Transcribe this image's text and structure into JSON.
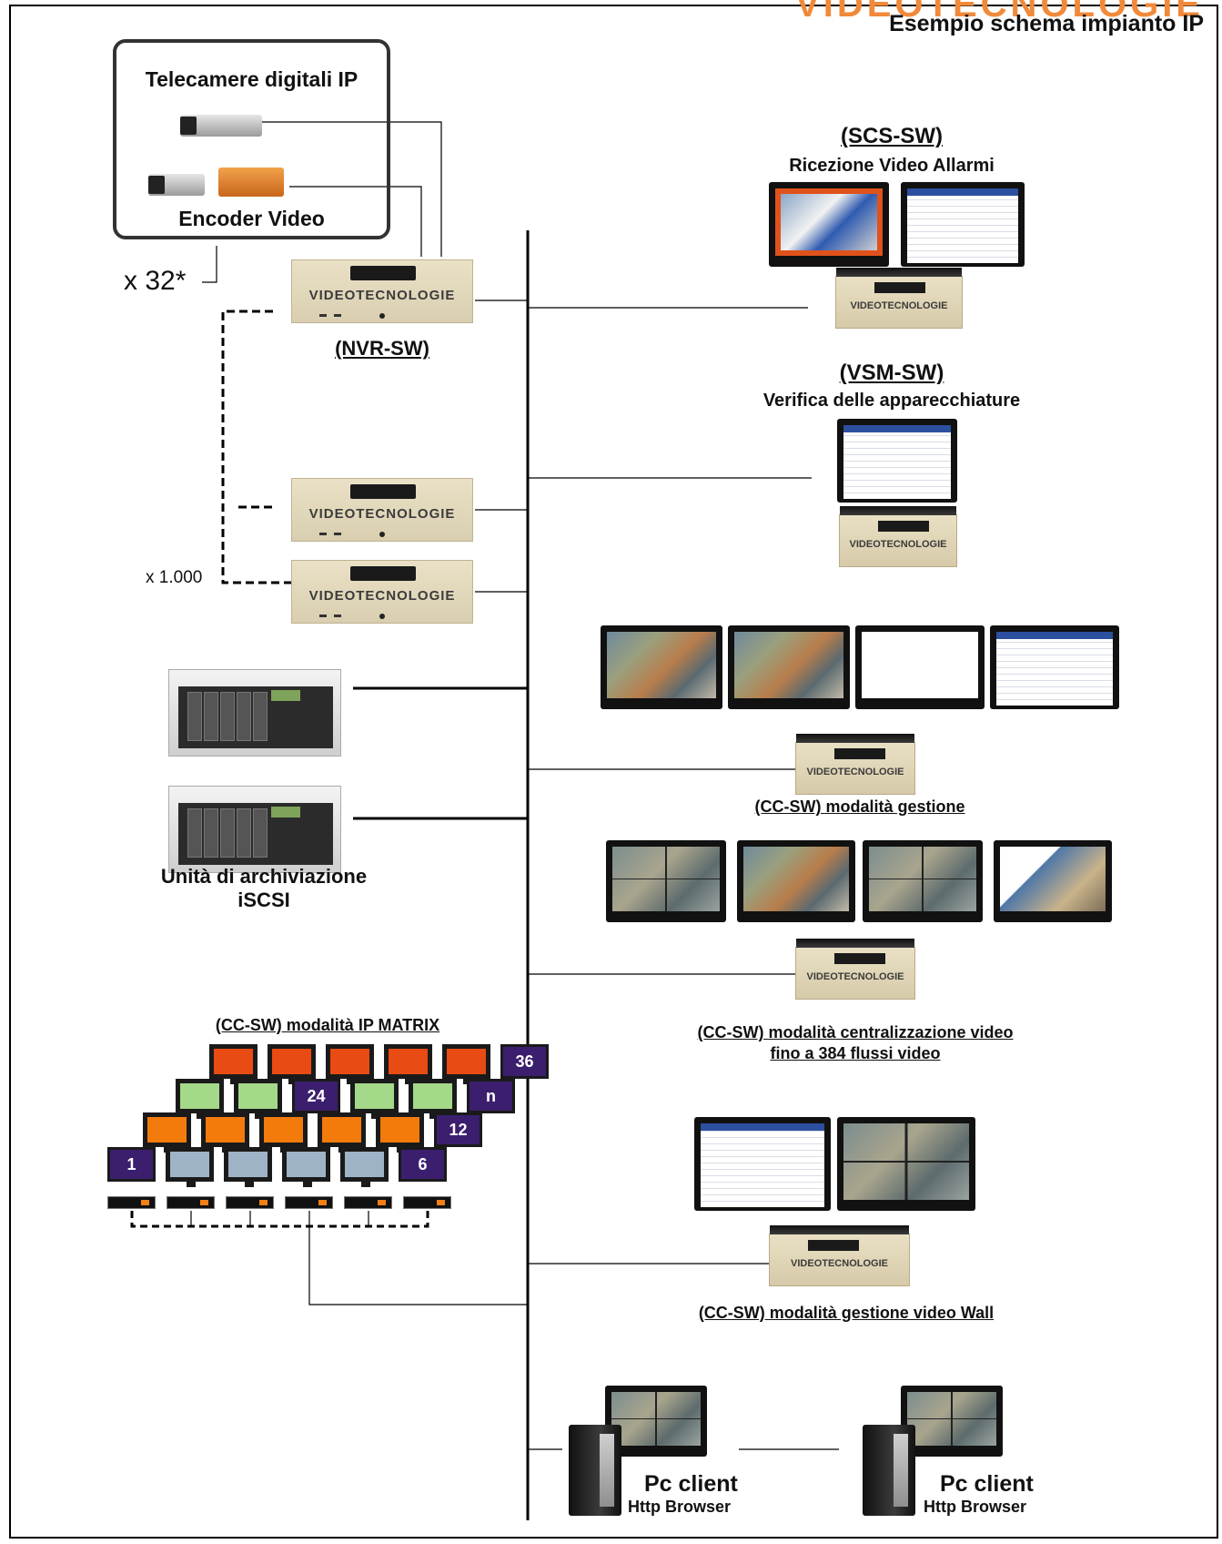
{
  "header": {
    "brand": "VIDEOTECNOLOGIE",
    "title": "Esempio schema impianto IP"
  },
  "cameras": {
    "title": "Telecamere digitali IP",
    "encoder_label": "Encoder Video",
    "multiplier": "x 32*"
  },
  "nvr": {
    "label": "(NVR-SW)",
    "logo": "VIDEOTECNOLOGIE",
    "multiplier": "x 1.000"
  },
  "scs": {
    "title": "(SCS-SW)",
    "subtitle": "Ricezione Video Allarmi"
  },
  "vsm": {
    "title": "(VSM-SW)",
    "subtitle": "Verifica delle apparecchiature"
  },
  "cc_gestione": {
    "label": "(CC-SW) modalità gestione"
  },
  "cc_centralizzazione": {
    "line1": "(CC-SW) modalità centralizzazione video",
    "line2": "fino a  384 flussi video"
  },
  "cc_videowall": {
    "label": "(CC-SW) modalità gestione video Wall"
  },
  "storage": {
    "line1": "Unità di archiviazione",
    "line2": "iSCSI"
  },
  "ipmatrix": {
    "title": "(CC-SW) modalità IP MATRIX",
    "numbers": [
      "36",
      "24",
      "n",
      "12",
      "1",
      "6"
    ]
  },
  "clients": [
    {
      "title": "Pc client",
      "subtitle": "Http Browser"
    },
    {
      "title": "Pc client",
      "subtitle": "Http Browser"
    }
  ],
  "colors": {
    "matrix_row1": "#e84b13",
    "matrix_row2": "#a4d98a",
    "matrix_row3": "#f27b0c",
    "matrix_row4": "#9eb4c6",
    "number_tile": "#3b1f6e"
  }
}
